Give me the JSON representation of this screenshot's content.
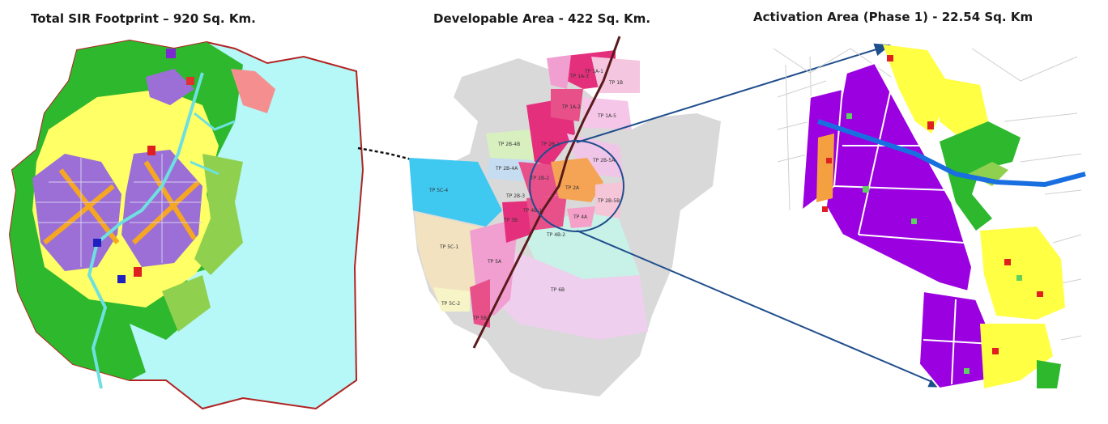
{
  "titles": {
    "total": "Total SIR Footprint – 920 Sq. Km.",
    "developable": "Developable Area - 422 Sq. Km.",
    "activation": "Activation Area (Phase 1) - 22.54 Sq. Km"
  },
  "colors": {
    "residential": "#8e44c4",
    "industrial": "#9b00e0",
    "green": "#2db82d",
    "light_green": "#8fd14f",
    "yellow": "#ffff55",
    "water": "#b6f7f7",
    "river": "#1a6fe0",
    "border": "#b22222",
    "arrow": "#1f4e8c"
  },
  "tp_labels": [
    "TP 1A-3",
    "TP 1A-1",
    "TP 1A-2",
    "TP 1B",
    "TP 1A-5",
    "TP 2B-4B",
    "TP 2B-4A",
    "TP 2B-1",
    "TP 2B-2",
    "TP 2B-5A",
    "TP 2A",
    "TP 2B-5B",
    "TP 2B-3",
    "TP 5C-4",
    "TP 4B-1",
    "TP 3B",
    "TP 4A",
    "TP 4B-2",
    "TP 5C-1",
    "TP 5A",
    "TP 6B",
    "TP 5C-2",
    "TP 5B"
  ]
}
